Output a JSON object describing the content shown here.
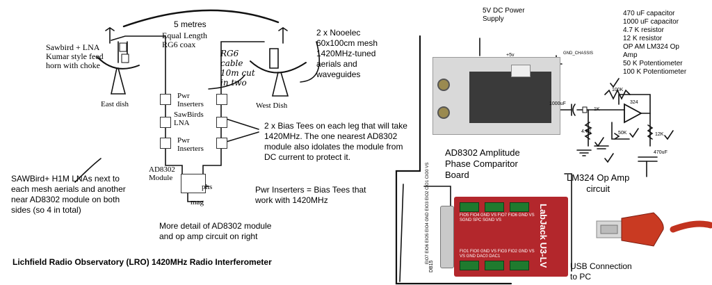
{
  "diagram": {
    "title": "Lichfield Radio Observatory (LRO) 1420MHz Radio Interferometer",
    "top": {
      "distance": "5 metres",
      "coax": "Equal Length\nRG6 coax",
      "feed": "Sawbird + LNA\nKumar style feed\nhorn with choke",
      "east_dish": "East dish",
      "west_dish": "West Dish",
      "rg6_note": "RG6\ncable\n10m cut\nin two"
    },
    "chain": {
      "pwr_inserters_top": "Pwr\nInserters",
      "sawbirds_lna": "SawBirds\nLNA",
      "pwr_inserters_bottom": "Pwr\nInserters",
      "ad8302_module": "AD8302\nModule",
      "phs": "phs",
      "mag": "mag"
    },
    "notes": {
      "nooelec": "2 x Nooelec\n60x100cm mesh\n1420MHz-tuned\naerials and\nwaveguides",
      "bias_tees": "2 x Bias Tees on each leg that will take\n1420MHz. The one nearest AD8302\nmodule also idolates the module from\nDC current to protect it.",
      "sawbird_lnas": "SAWBird+ H1M LNAs next to\neach mesh aerials and another\nnear AD8302 module on both\nsides (so 4 in total)",
      "pwr_inserters_def": "Pwr Inserters = Bias Tees that\nwork with 1420MHz",
      "more_detail": "More detail of AD8302 module\nand op amp circuit on right"
    },
    "right": {
      "power_supply": "5V DC Power\nSupply",
      "components": "470 uF capacitor\n1000 uF capacitor\n4.7 K resistor\n12 K resistor\nOP AM LM324 Op\nAmp\n50 K Potentiometer\n100 K Potentiometer",
      "ad8302_board": "AD8302 Amplitude\nPhase Comparitor\nBoard",
      "op_amp_circuit": "LM324 Op Amp\ncircuit",
      "usb": "USB Connection\nto PC",
      "labjack_name": "LabJack U3-LV",
      "db15": "DB15",
      "plus5v": "+5v",
      "gnd_chassis": "GND_CHASSIS",
      "r100k": "100K",
      "r1k": "1K",
      "r47k": "4.7K",
      "r50k": "50K",
      "r12k": "12K",
      "c1000": "1000uF",
      "c470": "470uF",
      "ic_label": "324",
      "labjack_pins": {
        "row1": "FIO5 FIO4 GND VS   FIO7 FIO6 GND VS   SGND SPC SGND VS",
        "row2": "FIO1 FIO0 GND VS   FIO3 FIO2 GND VS   VS GND DAC0 DAC1",
        "db": "EIO7 EIO6 EIO5 EIO4 GND EIO3 EIO2 CIO1 CIO0 VS"
      }
    }
  }
}
